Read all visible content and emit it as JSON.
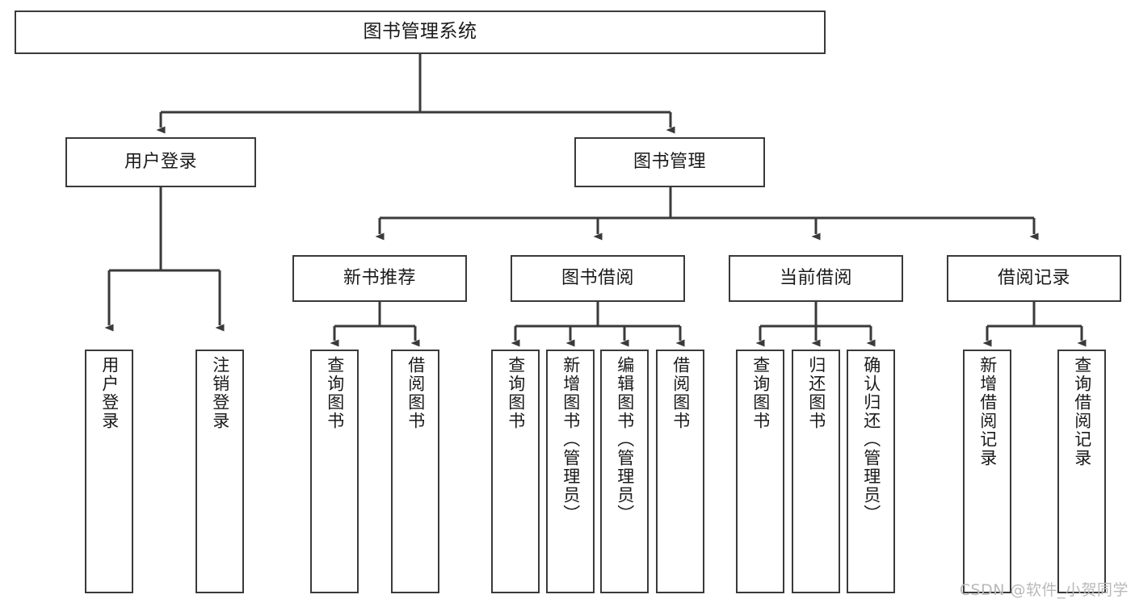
{
  "diagram": {
    "type": "tree",
    "title": "图书管理系统",
    "colors": {
      "stroke": "#3a3a3a",
      "fill": "#ffffff",
      "text": "#1a1a1a",
      "watermark": "#b9b9b9"
    },
    "nodes": {
      "root": {
        "label": "图书管理系统"
      },
      "level2": [
        {
          "label": "用户登录"
        },
        {
          "label": "图书管理"
        }
      ],
      "level3": [
        {
          "label": "新书推荐"
        },
        {
          "label": "图书借阅"
        },
        {
          "label": "当前借阅"
        },
        {
          "label": "借阅记录"
        }
      ],
      "leaves_user_login": [
        {
          "label": "用户登录"
        },
        {
          "label": "注销登录"
        }
      ],
      "leaves_new_book": [
        {
          "label": "查询图书"
        },
        {
          "label": "借阅图书"
        }
      ],
      "leaves_borrow": [
        {
          "label": "查询图书"
        },
        {
          "label": "新增图书（管理员）"
        },
        {
          "label": "编辑图书（管理员）"
        },
        {
          "label": "借阅图书"
        }
      ],
      "leaves_current": [
        {
          "label": "查询图书"
        },
        {
          "label": "归还图书"
        },
        {
          "label": "确认归还（管理员）"
        }
      ],
      "leaves_records": [
        {
          "label": "新增借阅记录"
        },
        {
          "label": "查询借阅记录"
        }
      ]
    },
    "watermark": "CSDN @软件_小贺同学"
  }
}
